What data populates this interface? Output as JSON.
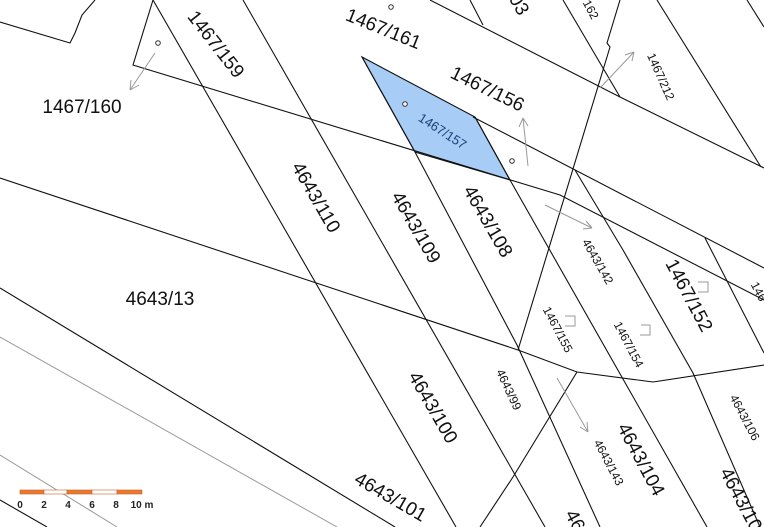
{
  "map": {
    "highlighted_parcel": "1467/157",
    "highlight_color": "#a7cdf6",
    "line_color": "#111111",
    "pointer_color": "#999999",
    "parcels": [
      "1467/160",
      "1467/159",
      "1467/161",
      "1467/156",
      "1467/157",
      "4643/110",
      "4643/109",
      "4643/108",
      "4643/13",
      "4643/100",
      "4643/101",
      "4643/99",
      "4643/142",
      "1467/152",
      "1467/155",
      "1467/154",
      "4643/106",
      "4643/104",
      "4643/143",
      "1467/212"
    ],
    "partial_labels": [
      "03",
      "162",
      "146",
      "46",
      "4643/10"
    ]
  },
  "scale_bar": {
    "ticks": [
      "0",
      "2",
      "4",
      "6",
      "8",
      "10 m"
    ],
    "colors": [
      "#e8792e",
      "#ffffff"
    ]
  }
}
